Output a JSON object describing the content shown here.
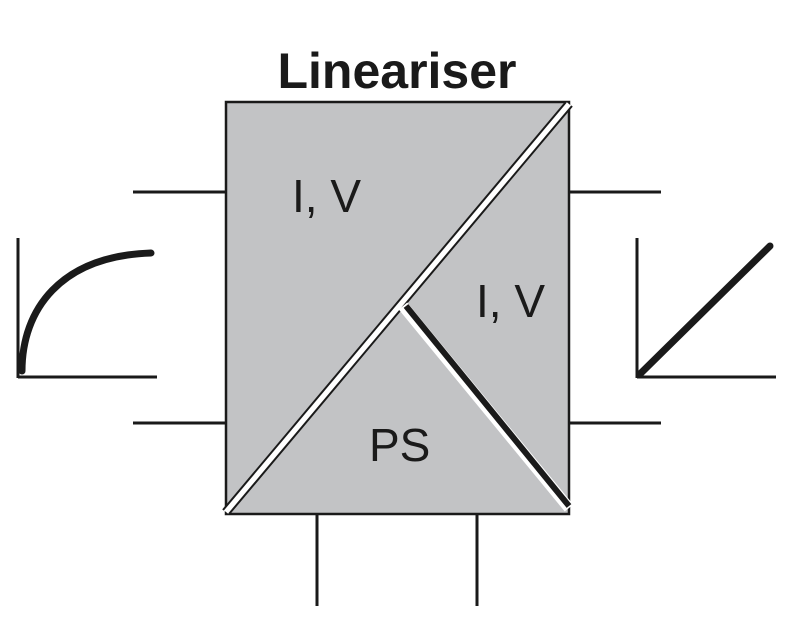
{
  "title": "Lineariser",
  "regions": {
    "input_label": "I, V",
    "output_label": "I, V",
    "power_label": "PS"
  },
  "colors": {
    "block_fill": "#c2c3c5",
    "line": "#1a1a1a",
    "background": "#ffffff"
  },
  "icons": {
    "input_curve": "nonlinear-curve-icon",
    "output_curve": "linear-curve-icon"
  }
}
